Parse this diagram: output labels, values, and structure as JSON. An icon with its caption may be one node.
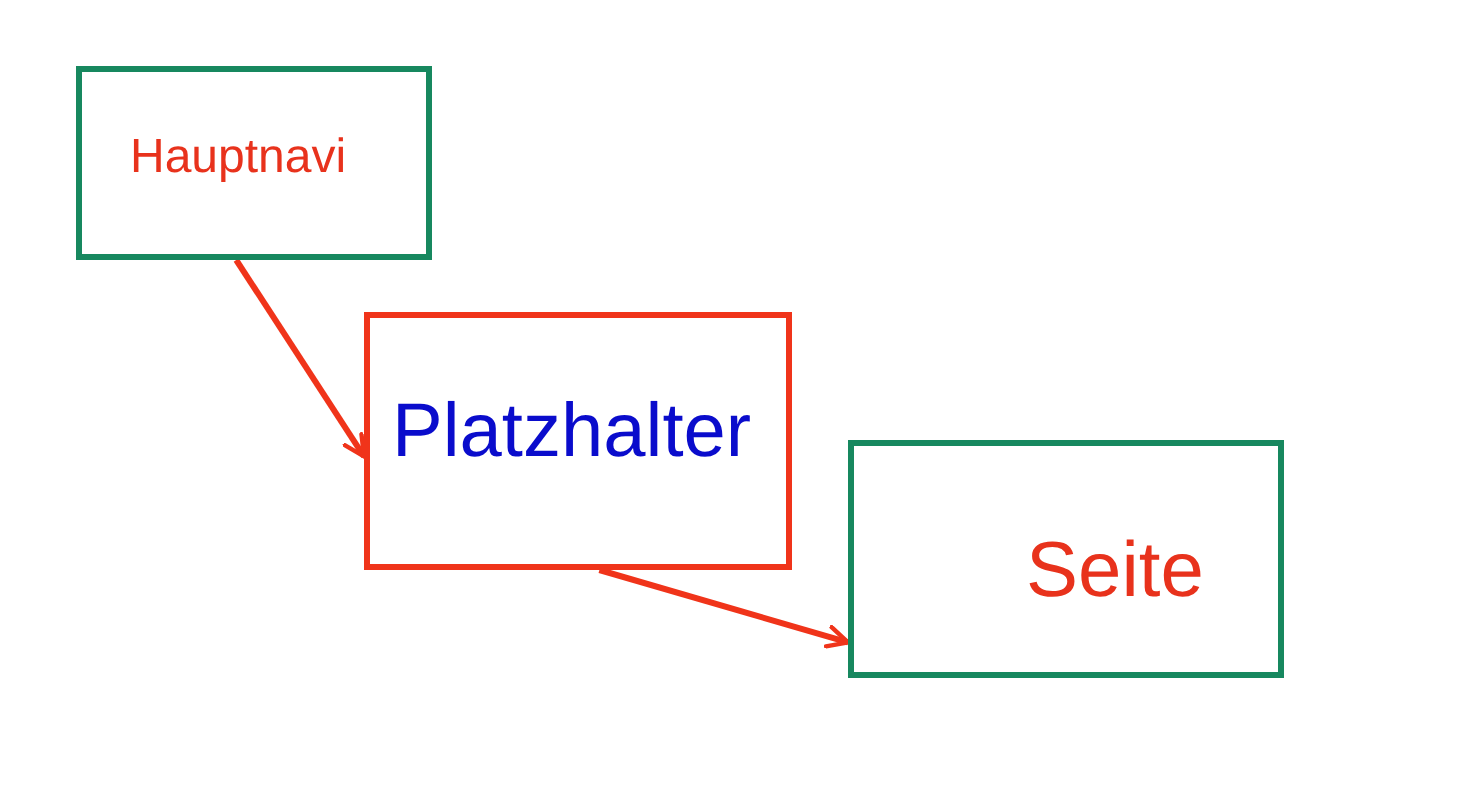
{
  "diagram": {
    "nodes": [
      {
        "text": [
          "Hauptnavi"
        ]
      },
      {
        "text": [
          "Platzhalter"
        ]
      },
      {
        "text": [
          "Seite"
        ]
      }
    ],
    "edges": [
      {
        "from": 0,
        "to": 1,
        "arrow": "to"
      },
      {
        "from": 1,
        "to": 2,
        "arrow": "to"
      }
    ]
  }
}
